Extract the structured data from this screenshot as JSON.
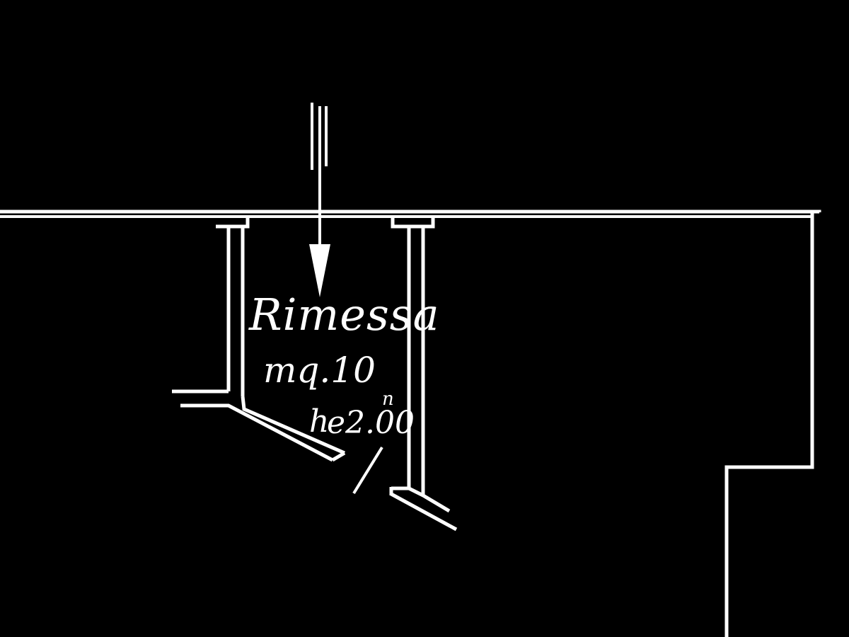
{
  "room": {
    "name": "Rimessa",
    "area": "mq.10",
    "height_prefix": "h",
    "height_sup": "n",
    "height_value": "e2.00"
  },
  "colors": {
    "background": "#000000",
    "lines": "#ffffff"
  }
}
